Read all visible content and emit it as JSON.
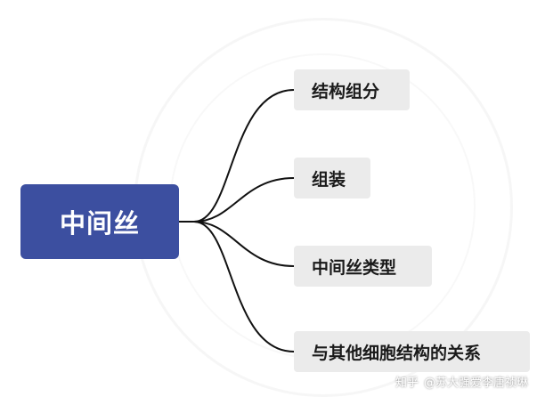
{
  "mindmap": {
    "root": {
      "label": "中间丝"
    },
    "branches": [
      {
        "label": "结构组分"
      },
      {
        "label": "组装"
      },
      {
        "label": "中间丝类型"
      },
      {
        "label": "与其他细胞结构的关系"
      }
    ]
  },
  "credit": {
    "platform": "知乎",
    "author": "@苏大强爱李唐祯琳"
  },
  "colors": {
    "root_fill": "#3c4fa0",
    "branch_fill": "#ebebeb",
    "connector": "#111111"
  }
}
